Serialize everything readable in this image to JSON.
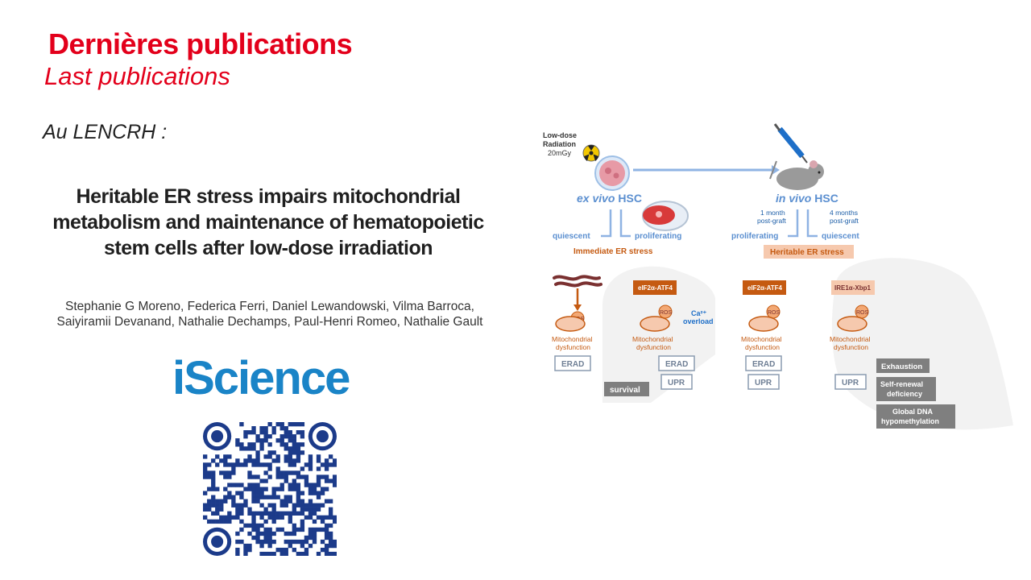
{
  "slide": {
    "title_fr": "Dernières publications",
    "title_en": "Last publications",
    "lab_line": "Au LENCRH :",
    "paper_title": "Heritable ER stress impairs mitochondrial metabolism and maintenance of hematopoietic stem cells after low-dose irradiation",
    "authors": "Stephanie G Moreno, Federica Ferri, Daniel Lewandowski, Vilma Barroca, Saiyiramii Devanand, Nathalie Dechamps, Paul-Henri Romeo, Nathalie Gault",
    "journal": "iScience"
  },
  "diagram": {
    "low_dose_l1": "Low-dose",
    "low_dose_l2": "Radiation",
    "low_dose_l3": "20mGy",
    "ex_vivo_italic": "ex vivo",
    "ex_vivo_rest": " HSC",
    "in_vivo_italic": "in vivo",
    "in_vivo_rest": " HSC",
    "one_month_l1": "1 month",
    "one_month_l2": "post-graft",
    "four_months_l1": "4 months",
    "four_months_l2": "post-graft",
    "quiescent": "quiescent",
    "proliferating": "proliferating",
    "immediate_er": "Immediate ER stress",
    "heritable_er": "Heritable ER stress",
    "eif2a": "eIF2α-ATF4",
    "ire1a": "IRE1α-Xbp1",
    "ros": "ROS",
    "ca": "Ca²⁺",
    "overload": "overload",
    "mito_l1": "Mitochondrial",
    "mito_l2": "dysfunction",
    "erad": "ERAD",
    "upr": "UPR",
    "survival": "survival",
    "exhaustion": "Exhaustion",
    "self_renewal_l1": "Self-renewal",
    "self_renewal_l2": "deficiency",
    "global_dna_l1": "Global DNA",
    "global_dna_l2": "hypomethylation"
  },
  "colors": {
    "red": "#e3001b",
    "blue_text": "#5b8fd0",
    "orange": "#c55a11",
    "peach": "#f6c9ae",
    "grey_box": "#7f7f7f",
    "journal_blue": "#1a84c7",
    "qr_navy": "#1c3b8a"
  }
}
